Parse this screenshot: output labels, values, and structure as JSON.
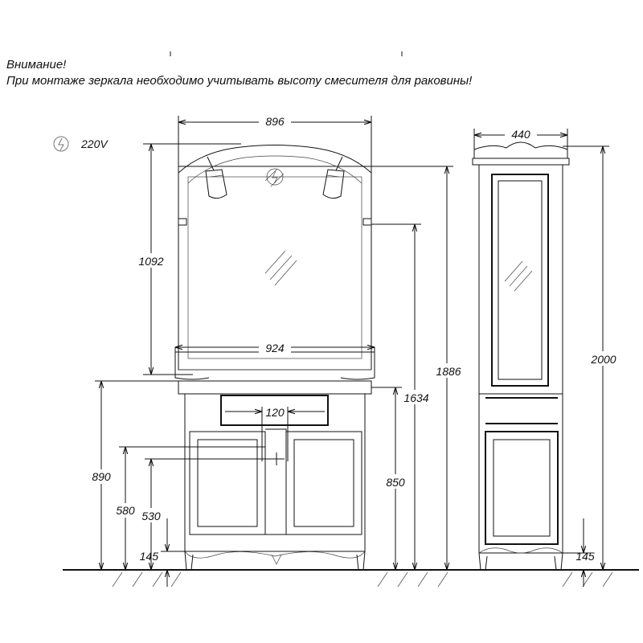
{
  "notice": {
    "title": "Внимание!",
    "text": "При монтаже зеркала необходимо учитывать высоту смесителя для раковины!"
  },
  "power_label": "220V",
  "dimensions": {
    "mirror_width": "896",
    "mirror_height": "1092",
    "shelf_width": "924",
    "lamp_height": "1886",
    "shelf_height": "1634",
    "faucet_spacing": "120",
    "cabinet_height": "850",
    "counter_height": "890",
    "faucet_height": "580",
    "drain_height": "530",
    "leg_height_cabinet": "145",
    "column_width": "440",
    "column_height": "2000",
    "leg_height_column": "145"
  }
}
